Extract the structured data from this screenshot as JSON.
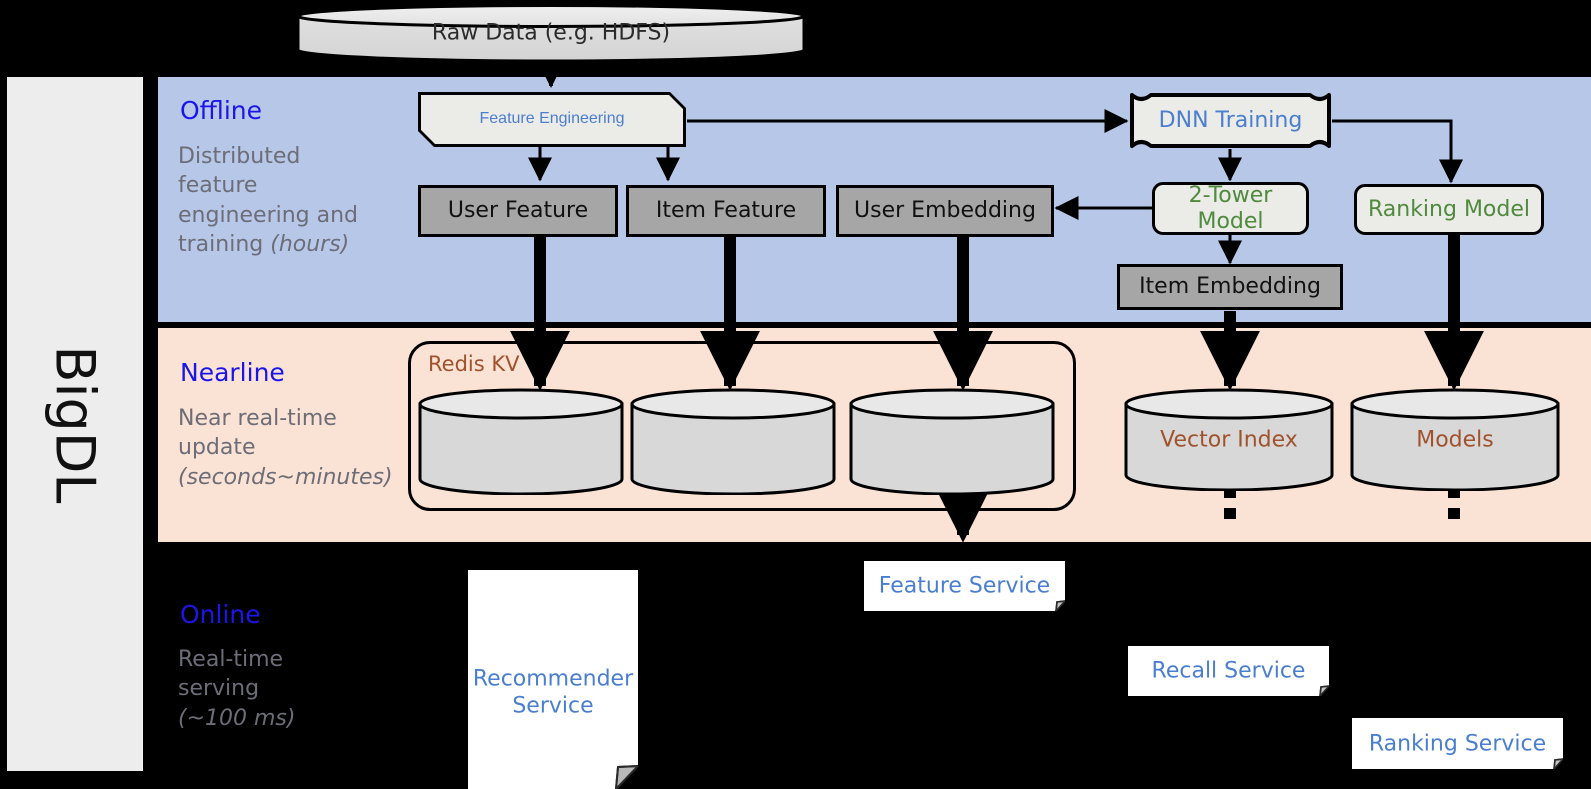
{
  "framework": {
    "name": "BigDL"
  },
  "source": {
    "raw_data_label": "Raw Data (e.g. HDFS)"
  },
  "bands": [
    {
      "id": "offline",
      "title": "Offline",
      "description_line1": "Distributed",
      "description_line2": "feature",
      "description_line3": "engineering and",
      "description_line4": "training ",
      "description_emphasis": "(hours)",
      "color": "#b6c7e8"
    },
    {
      "id": "nearline",
      "title": "Nearline",
      "description_line1": "Near real-time",
      "description_line2": "update",
      "description_emphasis": "(seconds~minutes)",
      "color": "#fae2d4"
    },
    {
      "id": "online",
      "title": "Online",
      "description_line1": "Real-time",
      "description_line2": "serving",
      "description_emphasis": "(~100 ms)",
      "color": "#000000"
    }
  ],
  "offline": {
    "feature_engineering": "Feature Engineering",
    "dnn_training": "DNN Training",
    "user_feature": "User Feature",
    "item_feature": "Item Feature",
    "user_embedding": "User Embedding",
    "two_tower_model": "2-Tower Model",
    "ranking_model": "Ranking Model",
    "item_embedding": "Item Embedding"
  },
  "nearline": {
    "redis_kv": "Redis KV",
    "store_user_feature": "",
    "store_item_feature": "",
    "store_user_embedding": "",
    "vector_index": "Vector Index",
    "models": "Models"
  },
  "online": {
    "recommender_service": "Recommender\nService",
    "recommender_service_line1": "Recommender",
    "recommender_service_line2": "Service",
    "feature_service": "Feature Service",
    "recall_service": "Recall Service",
    "ranking_service": "Ranking Service"
  },
  "colors": {
    "accent_blue": "#1a15ea",
    "label_blue": "#4a7ed0",
    "label_green": "#4f8a3d",
    "label_brown": "#a0522d",
    "band_offline": "#b6c7e8",
    "band_nearline": "#fae2d4",
    "box_gray": "#a6a6a6",
    "box_light": "#ebebe8",
    "desc_gray": "#6d6d78"
  }
}
